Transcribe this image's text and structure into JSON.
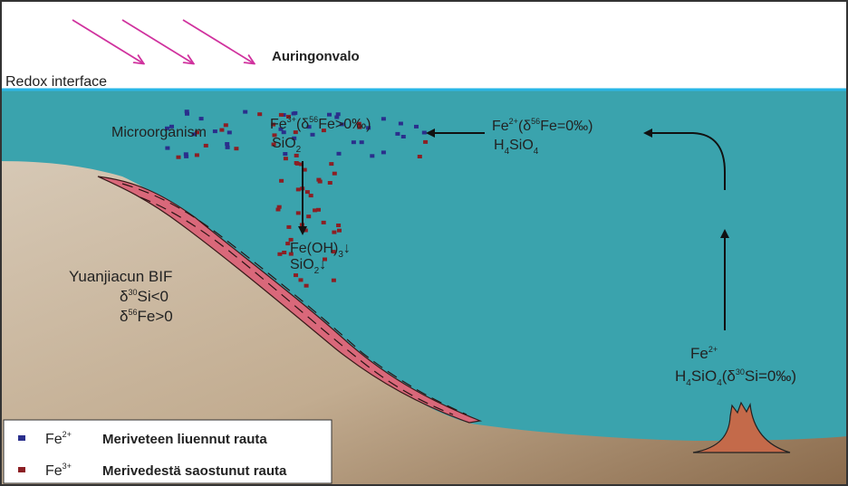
{
  "sunlight": {
    "label": "Auringonvalo"
  },
  "redox": {
    "label": "Redox interface"
  },
  "surface_process": {
    "organism": "Microorganism",
    "fe3_pre": "Fe",
    "fe3_sup": "3+",
    "fe3_open": "(δ",
    "fe3_iso": "56",
    "fe3_rest": "Fe>0‰)",
    "sio2_pre": "SiO",
    "sio2_sub": "2"
  },
  "dissolved_input": {
    "fe2_pre": "Fe",
    "fe2_sup": "2+",
    "fe2_open": "(δ",
    "fe2_iso": "56",
    "fe2_rest": "Fe=0‰)",
    "h4_pre": "H",
    "h4_sub": "4",
    "h4_mid": "SiO",
    "h4_sub2": "4"
  },
  "precipitate": {
    "feoh_pre": "Fe(OH)",
    "feoh_sub": "3",
    "down": "↓",
    "sio2_pre": "SiO",
    "sio2_sub": "2"
  },
  "bif": {
    "name": "Yuanjiacun BIF",
    "si_delta": "δ",
    "si_iso": "30",
    "si_rest": "Si<0",
    "fe_delta": "δ",
    "fe_iso": "56",
    "fe_rest": "Fe>0"
  },
  "vent": {
    "fe_pre": "Fe",
    "fe_sup": "2+",
    "h4_pre": "H",
    "h4_sub": "4",
    "h4_mid": "SiO",
    "h4_sub2": "4",
    "open": "(δ",
    "iso": "30",
    "rest": "Si=0‰)"
  },
  "legend": {
    "items": [
      {
        "symbol_pre": "Fe",
        "symbol_sup": "2+",
        "text": "Meriveteen liuennut rauta",
        "color": "#2a2f8c"
      },
      {
        "symbol_pre": "Fe",
        "symbol_sup": "3+",
        "text": "Merivedestä saostunut rauta",
        "color": "#8c1f24"
      }
    ]
  },
  "colors": {
    "sea": "#3aa3ad",
    "sediment": "#c6b39c",
    "bif_layer": "#d9687a",
    "vent": "#c46a4a",
    "redox_line": "#29b6e6",
    "sun_arrows": "#d0329e"
  }
}
